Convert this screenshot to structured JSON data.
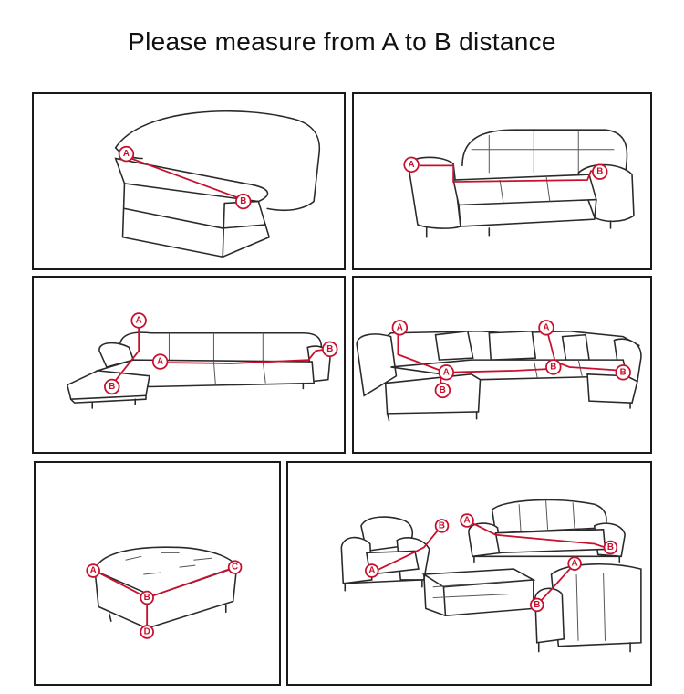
{
  "header": {
    "title": "Please measure  from A to B distance"
  },
  "markers": {
    "a": "A",
    "b": "B",
    "c": "C",
    "d": "D"
  },
  "colors": {
    "accent": "#c8102e",
    "line": "#2a2a2a",
    "frame": "#1a1a1a"
  },
  "panels": [
    {
      "id": "armless-sofa",
      "markers": [
        "A",
        "B"
      ]
    },
    {
      "id": "three-seat-sofa",
      "markers": [
        "A",
        "B"
      ]
    },
    {
      "id": "l-shaped-sofa",
      "markers": [
        "A",
        "B",
        "A",
        "B"
      ]
    },
    {
      "id": "u-shaped-sofa",
      "markers": [
        "A",
        "B",
        "A",
        "B",
        "A",
        "B"
      ]
    },
    {
      "id": "ottoman",
      "markers": [
        "A",
        "B",
        "C",
        "D"
      ]
    },
    {
      "id": "sofa-set",
      "markers": [
        "A",
        "B",
        "A",
        "B",
        "A",
        "B"
      ]
    }
  ]
}
